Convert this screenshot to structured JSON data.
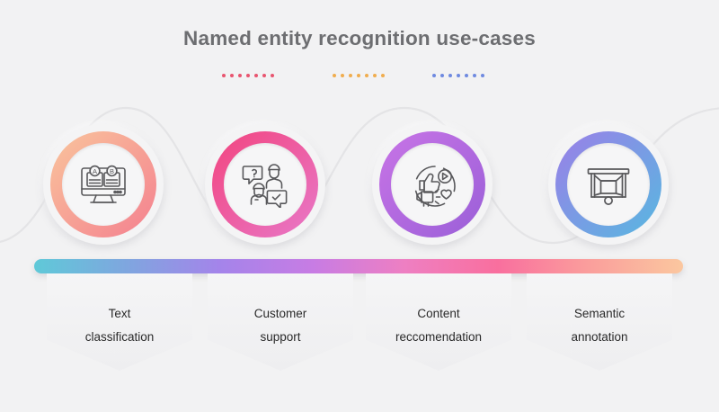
{
  "header": {
    "title": "Named entity recognition use-cases"
  },
  "dot_groups": [
    {
      "name": "dot-group-pink",
      "count": 7,
      "color": "#e8556f"
    },
    {
      "name": "dot-group-amber",
      "count": 7,
      "color": "#f0ad4e"
    },
    {
      "name": "dot-group-blue",
      "count": 7,
      "color": "#6f8ae0"
    }
  ],
  "gradient_bar": {
    "stops": [
      "#5fc9d8",
      "#7fa6df",
      "#a484ea",
      "#c77ce4",
      "#ee7fc2",
      "#f96f9e",
      "#fa9f9c",
      "#fbc79f"
    ]
  },
  "steps": [
    {
      "id": "text-classification",
      "icon": "monitor-ab-classification-icon",
      "ring_from": "#f9c49c",
      "ring_to": "#f4808f",
      "label_lines": [
        "Text",
        "classification"
      ]
    },
    {
      "id": "customer-support",
      "icon": "people-chat-support-icon",
      "ring_from": "#f2457f",
      "ring_to": "#e878c8",
      "label_lines": [
        "Customer",
        "support"
      ]
    },
    {
      "id": "content-reccomendation",
      "icon": "thumbs-up-media-heart-icon",
      "ring_from": "#c874e6",
      "ring_to": "#9a5fd8",
      "label_lines": [
        "Content",
        "reccomendation"
      ]
    },
    {
      "id": "semantic-annotation",
      "icon": "annotation-frame-icon",
      "ring_from": "#9b7fe8",
      "ring_to": "#57b8e0",
      "label_lines": [
        "Semantic",
        "annotation"
      ]
    }
  ],
  "colors": {
    "background": "#f2f2f3",
    "title_text": "#6d6e71",
    "label_text": "#2a2a2a",
    "icon_stroke": "#58585b",
    "connector_line": "#e2e2e4"
  }
}
